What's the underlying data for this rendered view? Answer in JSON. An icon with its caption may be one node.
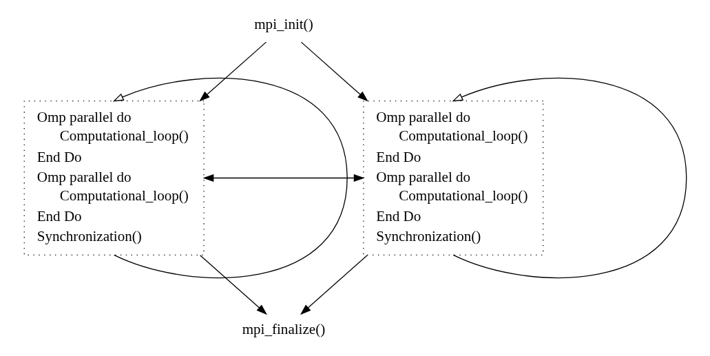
{
  "diagram": {
    "nodes": [
      {
        "text": [
          "mpi_init()"
        ]
      },
      {
        "text": [
          "Omp parallel do",
          "Computational_loop()",
          "End Do",
          "Omp parallel do",
          "Computational_loop()",
          "End Do",
          "Synchronization()"
        ]
      },
      {
        "text": [
          "Omp parallel do",
          "Computational_loop()",
          "End Do",
          "Omp parallel do",
          "Computational_loop()",
          "End Do",
          "Synchronization()"
        ]
      },
      {
        "text": [
          "mpi_finalize()"
        ]
      }
    ],
    "edges": [
      {
        "from": 0,
        "to": 1,
        "arrow": "to"
      },
      {
        "from": 0,
        "to": 2,
        "arrow": "to"
      },
      {
        "from": 1,
        "to": 1,
        "arrow": "to"
      },
      {
        "from": 2,
        "to": 2,
        "arrow": "to"
      },
      {
        "from": 1,
        "to": 2,
        "arrow": "both"
      },
      {
        "from": 1,
        "to": 3,
        "arrow": "to"
      },
      {
        "from": 2,
        "to": 3,
        "arrow": "to"
      }
    ]
  }
}
